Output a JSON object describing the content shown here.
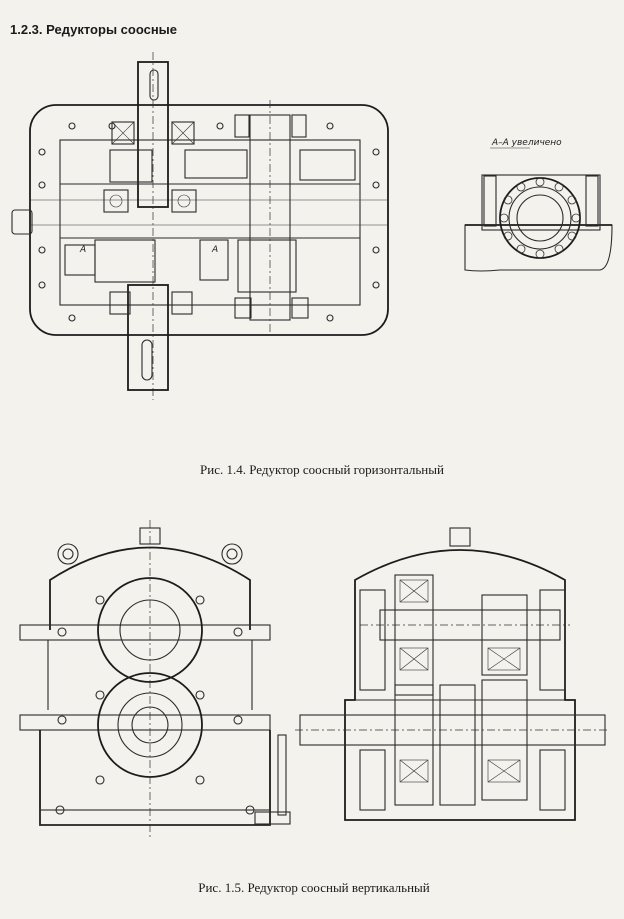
{
  "section_heading": "1.2.3. Редукторы соосные",
  "figure1": {
    "caption": "Рис. 1.4. Редуктор соосный горизонтальный",
    "section_label": "А–А увеличено",
    "mark_a": "А"
  },
  "figure2": {
    "caption": "Рис. 1.5. Редуктор соосный вертикальный"
  }
}
